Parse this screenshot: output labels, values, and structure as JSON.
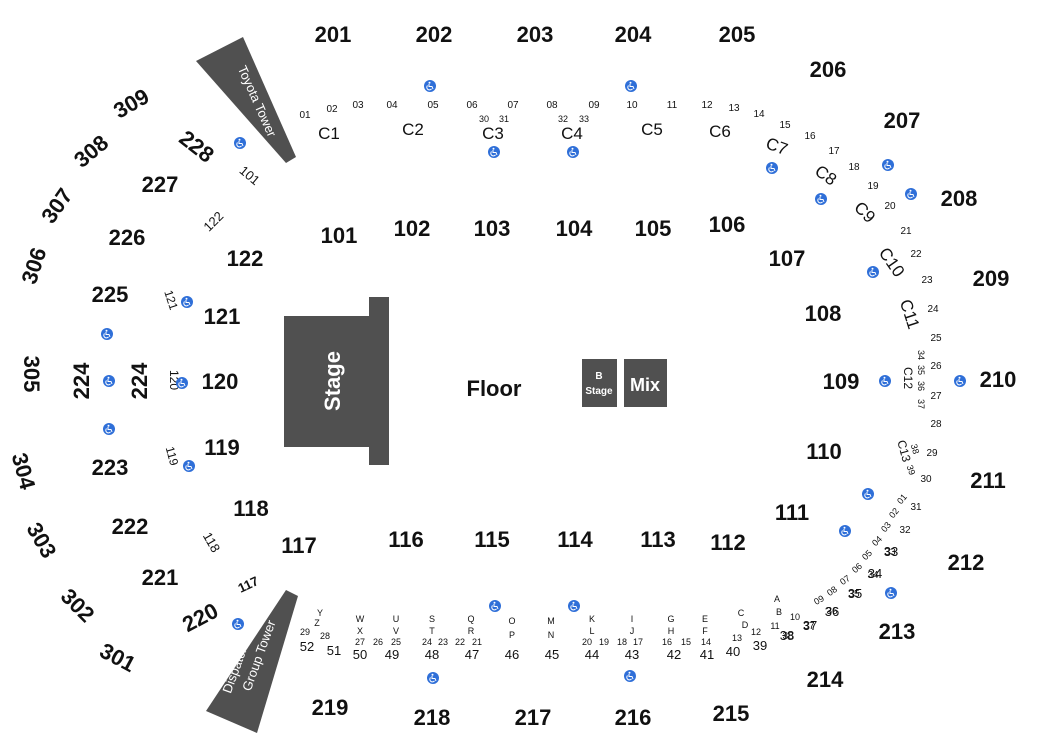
{
  "venue": {
    "floor_label": "Floor",
    "stage_label": "Stage",
    "b_stage_label_line1": "B",
    "b_stage_label_line2": "Stage",
    "mix_label": "Mix",
    "tower_top_label": "Toyota Tower",
    "tower_bottom_line1": "Dispatch Media",
    "tower_bottom_line2": "Group Tower",
    "colors": {
      "block": "#505050",
      "text": "#111111",
      "accessible": "#2f6fd8"
    },
    "accessible_icon": "wheelchair-icon"
  },
  "sections_100": [
    "101",
    "102",
    "103",
    "104",
    "105",
    "106",
    "107",
    "108",
    "109",
    "110",
    "111",
    "112",
    "113",
    "114",
    "115",
    "116",
    "117",
    "118",
    "119",
    "120",
    "121",
    "122",
    "117",
    "118",
    "119",
    "120",
    "121",
    "122",
    "101"
  ],
  "sections_200": [
    "201",
    "202",
    "203",
    "204",
    "205",
    "206",
    "207",
    "208",
    "209",
    "210",
    "211",
    "212",
    "213",
    "214",
    "215",
    "216",
    "217",
    "218",
    "219",
    "220",
    "221",
    "222",
    "223",
    "224",
    "224",
    "225",
    "226",
    "227",
    "228"
  ],
  "sections_300": [
    "301",
    "302",
    "303",
    "304",
    "305",
    "306",
    "307",
    "308",
    "309"
  ],
  "clubs": [
    "C1",
    "C2",
    "C3",
    "C4",
    "C5",
    "C6",
    "C7",
    "C8",
    "C9",
    "C10",
    "C11",
    "C12",
    "C13"
  ],
  "top_rows": [
    "01",
    "02",
    "03",
    "04",
    "05",
    "06",
    "07",
    "30",
    "31",
    "08",
    "09",
    "32",
    "33",
    "10",
    "11",
    "12",
    "13",
    "14",
    "15",
    "16",
    "17",
    "18",
    "19",
    "20",
    "21",
    "22",
    "23",
    "24",
    "25",
    "26",
    "27",
    "28",
    "29",
    "30",
    "34",
    "35",
    "36",
    "37",
    "38",
    "39"
  ],
  "right_rows": [
    "31",
    "32",
    "33",
    "34",
    "35",
    "36",
    "37",
    "38",
    "01",
    "02",
    "03",
    "04",
    "05",
    "06",
    "07",
    "08",
    "09"
  ],
  "bottom_rows_letters": [
    "Y",
    "Z",
    "W",
    "X",
    "U",
    "V",
    "S",
    "T",
    "Q",
    "R",
    "O",
    "P",
    "M",
    "N",
    "K",
    "L",
    "I",
    "J",
    "G",
    "H",
    "E",
    "F",
    "C",
    "D",
    "A",
    "B"
  ],
  "bottom_rows_numbers": [
    "29",
    "28",
    "27",
    "26",
    "25",
    "24",
    "23",
    "22",
    "21",
    "20",
    "19",
    "18",
    "17",
    "16",
    "15",
    "14",
    "13",
    "12",
    "11",
    "10"
  ],
  "bottom_rows_main": [
    "52",
    "51",
    "50",
    "49",
    "48",
    "47",
    "46",
    "45",
    "44",
    "43",
    "42",
    "41",
    "40",
    "39",
    "38",
    "37",
    "36",
    "35",
    "34",
    "33"
  ]
}
